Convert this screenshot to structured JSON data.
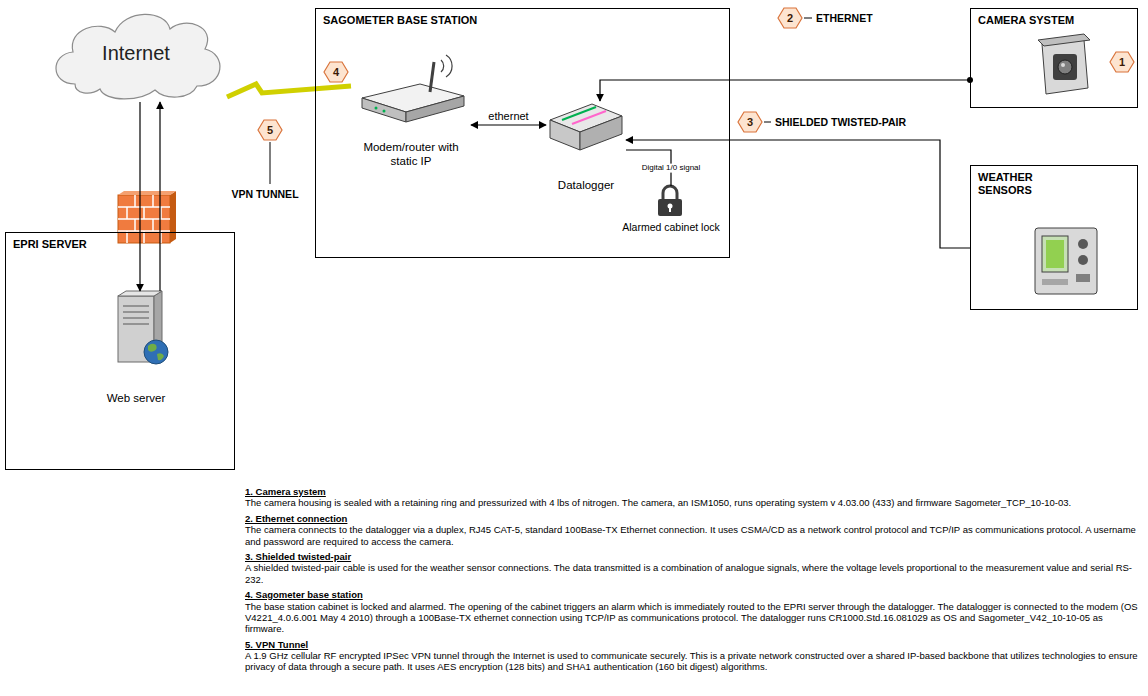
{
  "diagram": {
    "nodes": [
      {
        "text": [
          "Internet"
        ]
      },
      {
        "text": [
          "EPRI SERVER"
        ]
      },
      {
        "text": [
          "Web server"
        ],
        "in": 1
      },
      {
        "text": [
          "SAGOMETER BASE STATION"
        ]
      },
      {
        "text": [
          "Modem/router with static IP"
        ],
        "in": 3
      },
      {
        "text": [
          "Datalogger"
        ],
        "in": 3
      },
      {
        "text": [
          "Alarmed cabinet lock"
        ],
        "in": 3
      },
      {
        "text": [
          "CAMERA SYSTEM"
        ]
      },
      {
        "text": [
          "WEATHER SENSORS"
        ]
      }
    ],
    "edges": [
      {
        "from": 2,
        "to": 0,
        "arrow": "to"
      },
      {
        "from": 0,
        "to": 2,
        "arrow": "to"
      },
      {
        "from": 4,
        "to": 0,
        "arrow": "none"
      },
      {
        "from": 4,
        "to": 5,
        "arrow": "both",
        "label": "ethernet"
      },
      {
        "from": 7,
        "to": 5,
        "arrow": "to"
      },
      {
        "from": 8,
        "to": 5,
        "arrow": "to"
      },
      {
        "from": 5,
        "to": 6,
        "arrow": "none",
        "label": "Digital 1/0 signal"
      }
    ],
    "labels": [
      "1",
      "2",
      "ETHERNET",
      "3",
      "SHIELDED TWISTED-PAIR",
      "4",
      "5",
      "VPN TUNNEL",
      "1. Camera system",
      "The camera housing is sealed with a retaining ring and pressurized with 4 lbs of nitrogen. The camera, an ISM1050, runs operating system v 4.03.00 (433) and firmware Sagometer_TCP_10-10-03.",
      "2. Ethernet connection",
      "The camera connects to the datalogger via a duplex, RJ45 CAT-5, standard 100Base-TX Ethernet connection. It uses CSMA/CD as a network control protocol and TCP/IP as communications protocol. A username and password are required to access the camera.",
      "3. Shielded twisted-pair",
      "A shielded twisted-pair cable is used for the weather sensor connections. The data transmitted is a combination of analogue signals, where the voltage levels proportional to the measurement value and serial RS-232.",
      "4. Sagometer base station",
      "The base station cabinet is locked and alarmed. The opening of the cabinet triggers an alarm which is immediately routed to the EPRI server through the datalogger. The datalogger is connected to the modem (OS V4221_4.0.6.001 May 4 2010) through a 100Base-TX ethernet connection using TCP/IP as communications protocol. The datalogger runs CR1000.Std.16.081029 as OS and Sagometer_V42_10-10-05 as firmware.",
      "5. VPN Tunnel",
      "A 1.9 GHz cellular RF encrypted IPSec VPN tunnel through the Internet is used to communicate securely. This is a private network constructed over a shared IP-based backbone that utilizes technologies to ensure privacy of data through a secure path. It uses AES encryption (128 bits) and SHA1 authentication (160 bit digest) algorithms."
    ]
  }
}
